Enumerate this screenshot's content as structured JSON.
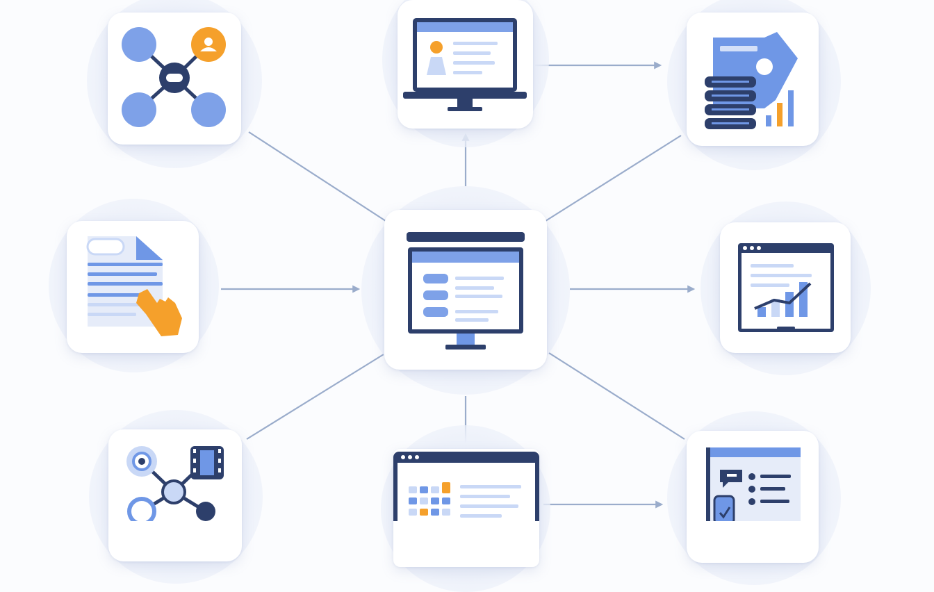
{
  "colors": {
    "background": "#fbfcfe",
    "halo": "#edf1fa",
    "card": "#ffffff",
    "navy": "#2d3f6b",
    "blue": "#6f97e6",
    "light_blue": "#c9d8f6",
    "orange": "#f5a02b",
    "connector": "#9aaccb"
  },
  "nodes": [
    {
      "id": "center",
      "icon": "dashboard-monitor-icon"
    },
    {
      "id": "top-left",
      "icon": "network-hub-icon"
    },
    {
      "id": "top-center",
      "icon": "user-profile-laptop-icon"
    },
    {
      "id": "top-right",
      "icon": "database-report-icon"
    },
    {
      "id": "middle-left",
      "icon": "document-touch-icon"
    },
    {
      "id": "middle-right",
      "icon": "analytics-window-icon"
    },
    {
      "id": "bottom-left",
      "icon": "media-network-icon"
    },
    {
      "id": "bottom-center",
      "icon": "data-grid-window-icon"
    },
    {
      "id": "bottom-right",
      "icon": "chat-checklist-icon"
    }
  ],
  "connectors": [
    {
      "from": "top-left",
      "to": "center",
      "arrow": false
    },
    {
      "from": "center",
      "to": "top-center",
      "arrow": true
    },
    {
      "from": "top-center",
      "to": "top-right",
      "arrow": true
    },
    {
      "from": "center",
      "to": "top-right",
      "arrow": false
    },
    {
      "from": "middle-left",
      "to": "center",
      "arrow": true
    },
    {
      "from": "center",
      "to": "middle-right",
      "arrow": true
    },
    {
      "from": "center",
      "to": "bottom-left",
      "arrow": false
    },
    {
      "from": "center",
      "to": "bottom-center",
      "arrow": true
    },
    {
      "from": "center",
      "to": "bottom-right",
      "arrow": false
    },
    {
      "from": "bottom-center",
      "to": "bottom-right",
      "arrow": true
    }
  ]
}
